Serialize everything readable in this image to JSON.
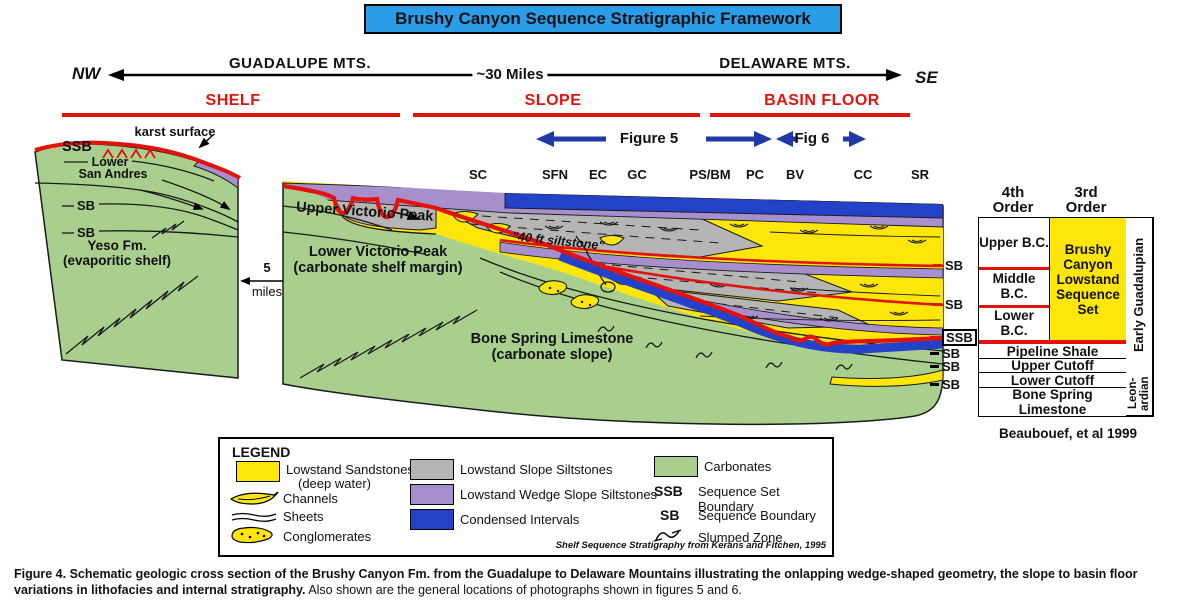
{
  "title": "Brushy Canyon Sequence Stratigraphic Framework",
  "compass": {
    "nw": "NW",
    "se": "SE",
    "guadalupe": "GUADALUPE MTS.",
    "distance": "~30 Miles",
    "delaware": "DELAWARE MTS."
  },
  "zones": {
    "shelf": "SHELF",
    "slope": "SLOPE",
    "basin_floor": "BASIN  FLOOR"
  },
  "figure_refs": {
    "figure5": "Figure 5",
    "fig6": "Fig 6"
  },
  "well_columns": [
    "SC",
    "SFN",
    "EC",
    "GC",
    "PS/BM",
    "PC",
    "BV",
    "CC",
    "SR"
  ],
  "shelf_block": {
    "ssb": "SSB",
    "karst": "karst surface",
    "lower_san_andres_1": "Lower",
    "lower_san_andres_2": "San Andres",
    "sb1": "SB",
    "sb2": "SB",
    "yeso_1": "Yeso Fm.",
    "yeso_2": "(evaporitic shelf)"
  },
  "scale_bar": {
    "value": "5",
    "unit": "miles"
  },
  "main_block": {
    "upper_victorio": "Upper Victorio Peak",
    "lower_victorio_1": "Lower Victorio Peak",
    "lower_victorio_2": "(carbonate shelf margin)",
    "siltstone_40ft": "\"40 ft siltstone\"",
    "bone_spring_1": "Bone Spring Limestone",
    "bone_spring_2": "(carbonate slope)"
  },
  "boundary_labels": [
    "SB",
    "SB",
    "SSB",
    "SB",
    "SB",
    "SB"
  ],
  "strat_table": {
    "header_4th": "4th Order",
    "header_3rd": "3rd Order",
    "rows_4th": [
      "Upper B.C.",
      "Middle B.C.",
      "Lower B.C."
    ],
    "cell_3rd": "Brushy Canyon Lowstand Sequence Set",
    "full_rows": [
      "Pipeline Shale",
      "Upper Cutoff",
      "Lower Cutoff",
      "Bone Spring Limestone"
    ],
    "era_upper": "Early Guadalupian",
    "era_lower": "Leon-ardian",
    "citation": "Beaubouef, et al 1999"
  },
  "legend": {
    "header": "LEGEND",
    "sandstones_1": "Lowstand Sandstones",
    "sandstones_2": "(deep water)",
    "channels": "Channels",
    "sheets": "Sheets",
    "conglomerates": "Conglomerates",
    "slope_siltstones": "Lowstand Slope Siltstones",
    "wedge_siltstones": "Lowstand Wedge Slope Siltstones",
    "condensed": "Condensed Intervals",
    "carbonates": "Carbonates",
    "ssb_abbr": "SSB",
    "ssb_label": "Sequence Set Boundary",
    "sb_abbr": "SB",
    "sb_label": "Sequence Boundary",
    "slumped": "Slumped Zone",
    "source": "Shelf Sequence Stratigraphy from Kerans and Fitchen, 1995"
  },
  "caption": {
    "bold": "Figure 4.  Schematic geologic cross section of the Brushy Canyon Fm. from the Guadalupe to Delaware Mountains illustrating the onlapping wedge-shaped geometry, the slope to basin floor variations in lithofacies and internal stratigraphy.",
    "normal": "Also shown are the general locations of photographs shown in figures 5 and 6."
  },
  "colors": {
    "title_blue": "#2b9ce8",
    "accent_red": "#e3120b",
    "sandstone_yellow": "#ffe60a",
    "siltstone_gray": "#b5b5b5",
    "wedge_purple": "#a78fce",
    "condensed_blue": "#2342c8",
    "carbonate_green": "#a9cf8e",
    "figure_arrow_blue": "#2038a8"
  }
}
